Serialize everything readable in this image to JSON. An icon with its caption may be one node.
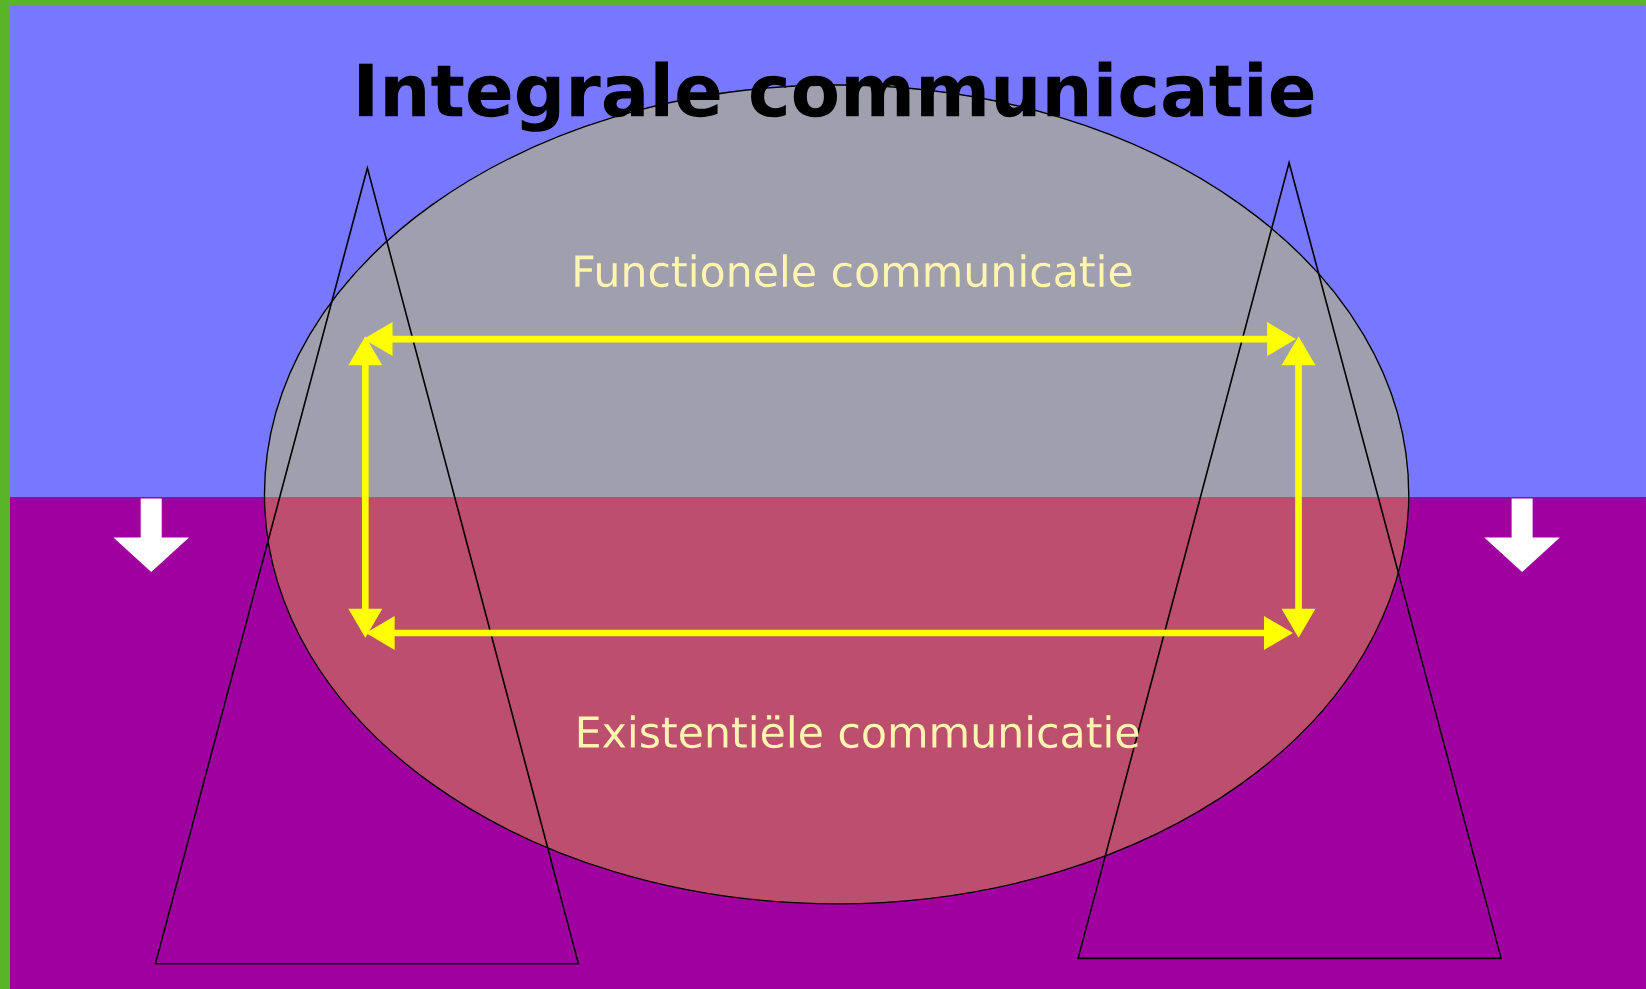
{
  "diagram": {
    "title": "Integrale communicatie",
    "nodes": [
      {
        "text": [
          "Functionele communicatie",
          "Existentiële communicatie"
        ]
      }
    ]
  }
}
